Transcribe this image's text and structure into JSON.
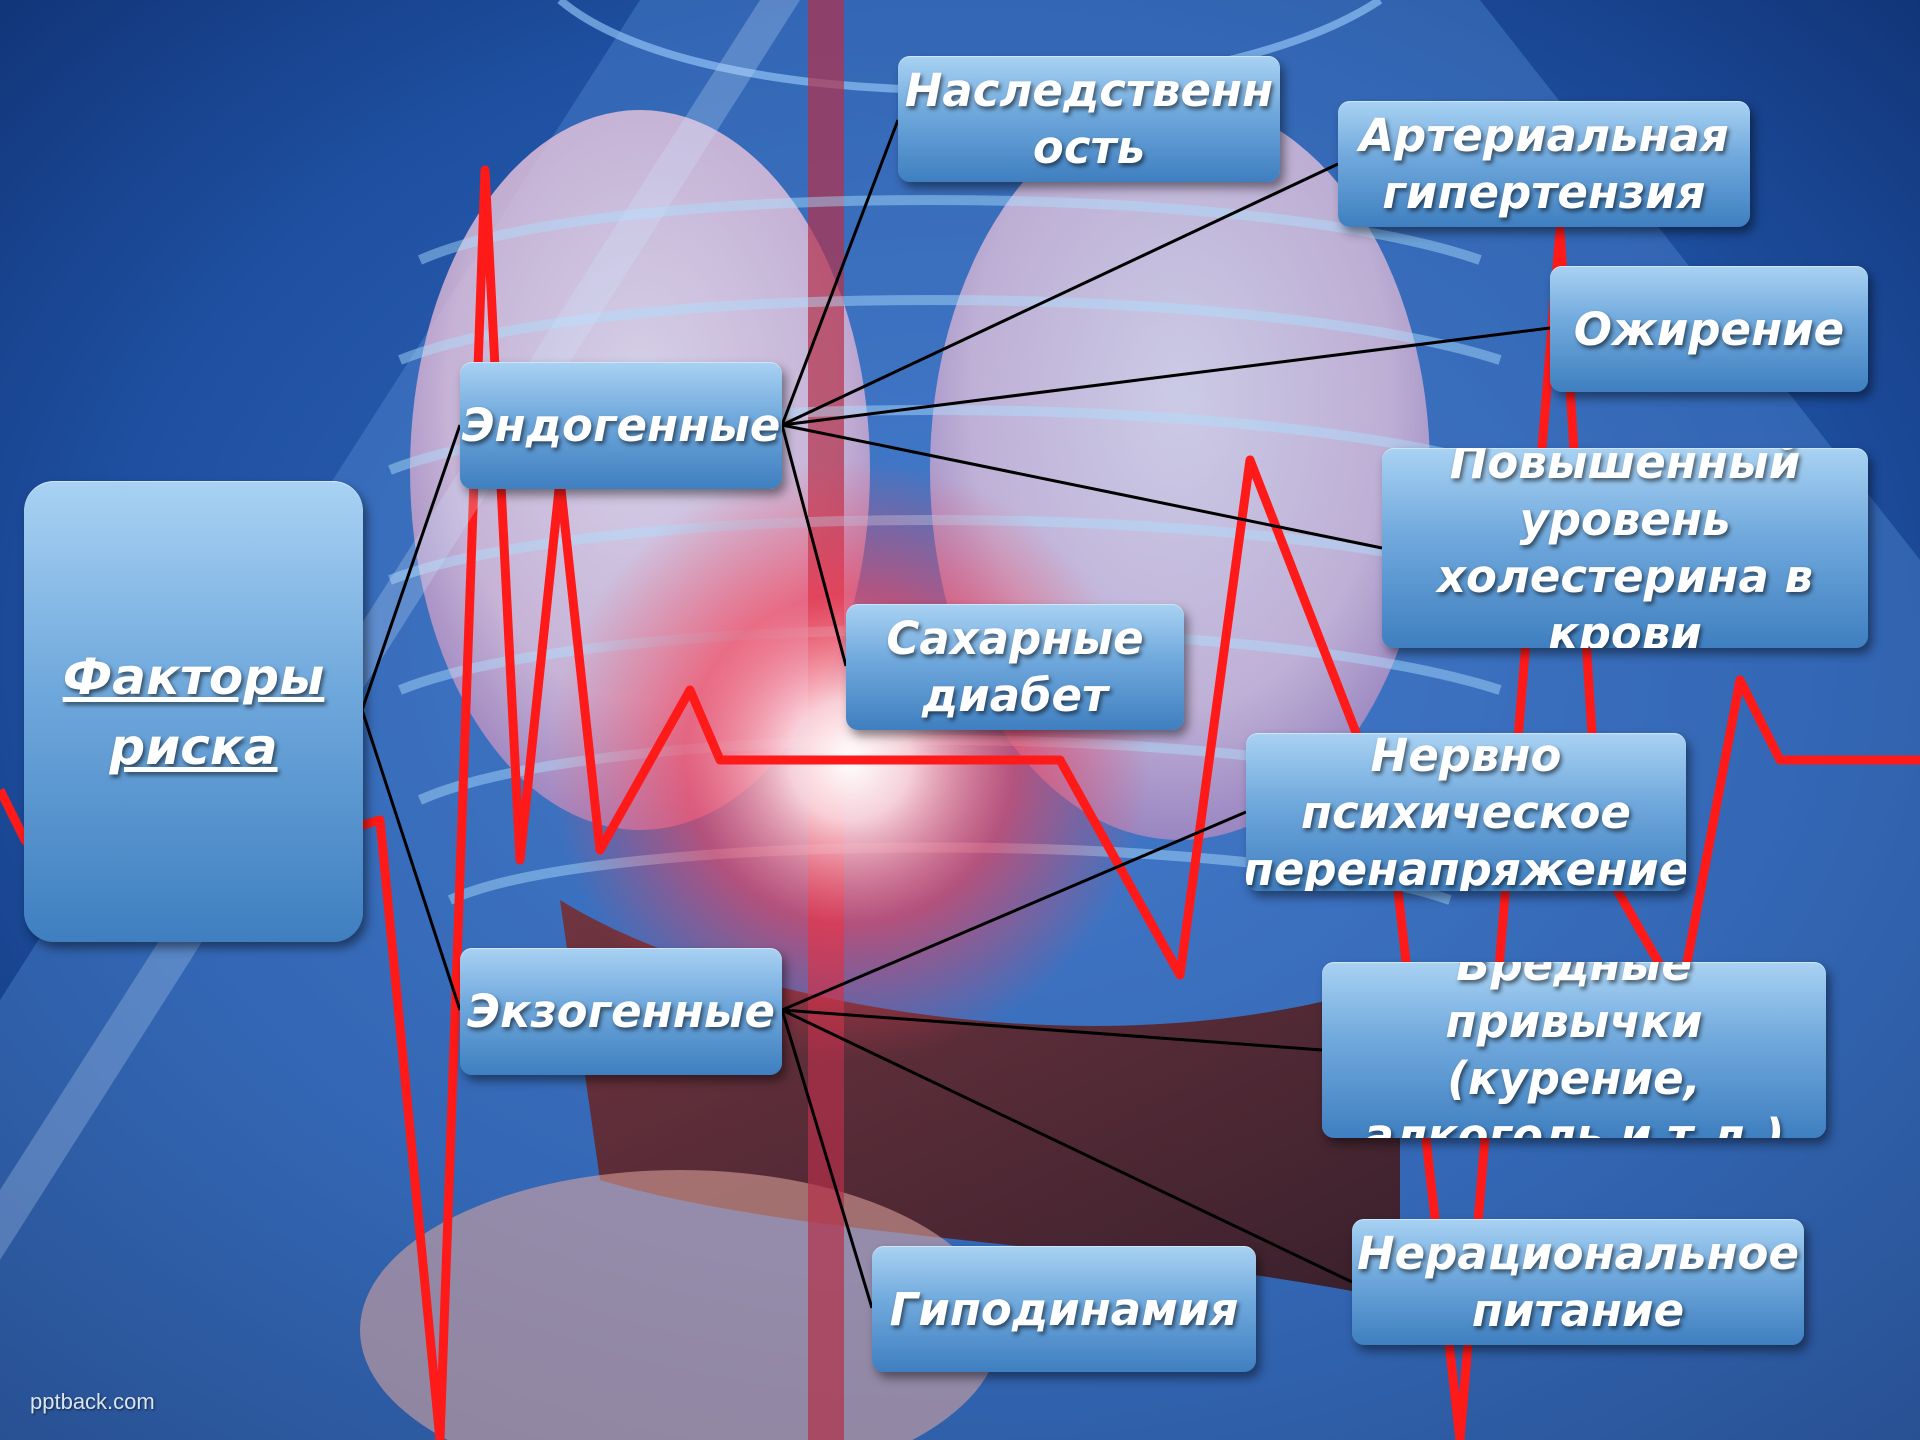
{
  "diagram": {
    "root": "Факторы риска",
    "groups": [
      {
        "id": "endo",
        "label": "Эндогенные"
      },
      {
        "id": "exo",
        "label": "Экзогенные"
      }
    ],
    "factors": {
      "hereditary": "Наследственн ость",
      "hypertension": "Артериальная гипертензия",
      "obesity": "Ожирение",
      "cholesterol": "Повышенный уровень холестерина в крови",
      "diabetes": "Сахарные диабет",
      "nervous": "Нервно психическое перенапряжение",
      "habits": "Вредные привычки (курение, алкоголь и т.д.)",
      "nutrition": "Нерациональное питание",
      "hypodynamia": "Гиподинамия"
    },
    "relations": [
      [
        "root",
        "endo"
      ],
      [
        "root",
        "exo"
      ],
      [
        "endo",
        "hereditary"
      ],
      [
        "endo",
        "hypertension"
      ],
      [
        "endo",
        "obesity"
      ],
      [
        "endo",
        "cholesterol"
      ],
      [
        "endo",
        "diabetes"
      ],
      [
        "exo",
        "nervous"
      ],
      [
        "exo",
        "habits"
      ],
      [
        "exo",
        "nutrition"
      ],
      [
        "exo",
        "hypodynamia"
      ]
    ]
  },
  "watermark": "pptback.com",
  "colors": {
    "background": "#1e4fa0",
    "node_fill": "#6fa8dc",
    "node_text": "#ffffff",
    "connector": "#000000",
    "ecg_line": "#ff1a1a"
  }
}
